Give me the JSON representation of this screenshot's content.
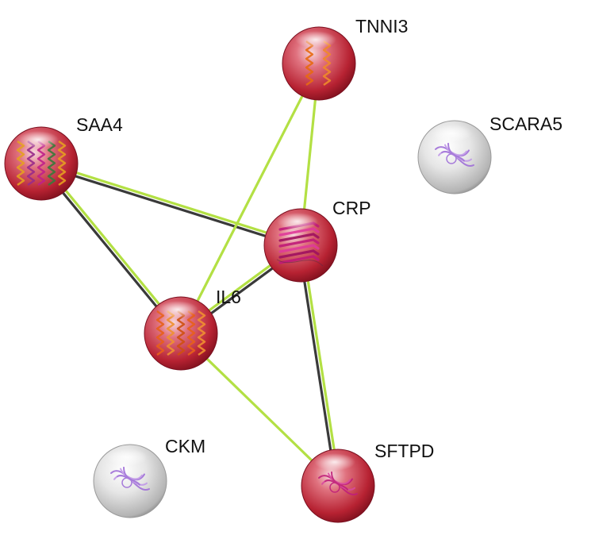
{
  "network": {
    "nodes": [
      {
        "id": "TNNI3",
        "label": "TNNI3",
        "color": "#c22a3a",
        "structure": "helix-orange"
      },
      {
        "id": "SAA4",
        "label": "SAA4",
        "color": "#c22a3a",
        "structure": "helix-bundle-multicolor"
      },
      {
        "id": "SCARA5",
        "label": "SCARA5",
        "color": "#d8d8d8",
        "structure": "domain-violet"
      },
      {
        "id": "CRP",
        "label": "CRP",
        "color": "#c22a3a",
        "structure": "sheet-magenta"
      },
      {
        "id": "IL6",
        "label": "IL6",
        "color": "#c22a3a",
        "structure": "helix-bundle-orange"
      },
      {
        "id": "CKM",
        "label": "CKM",
        "color": "#d8d8d8",
        "structure": "domain-violet"
      },
      {
        "id": "SFTPD",
        "label": "SFTPD",
        "color": "#c22a3a",
        "structure": "domain-magenta"
      }
    ],
    "edges": [
      {
        "source": "SAA4",
        "target": "IL6",
        "types": [
          "textmining",
          "coexpression"
        ]
      },
      {
        "source": "SAA4",
        "target": "CRP",
        "types": [
          "textmining",
          "coexpression"
        ]
      },
      {
        "source": "TNNI3",
        "target": "IL6",
        "types": [
          "textmining"
        ]
      },
      {
        "source": "TNNI3",
        "target": "CRP",
        "types": [
          "textmining"
        ]
      },
      {
        "source": "IL6",
        "target": "CRP",
        "types": [
          "textmining",
          "coexpression"
        ]
      },
      {
        "source": "IL6",
        "target": "SFTPD",
        "types": [
          "textmining"
        ]
      },
      {
        "source": "CRP",
        "target": "SFTPD",
        "types": [
          "textmining",
          "coexpression"
        ]
      }
    ],
    "edge_colors": {
      "textmining": "#b3e044",
      "coexpression": "#3a3a3a"
    }
  }
}
